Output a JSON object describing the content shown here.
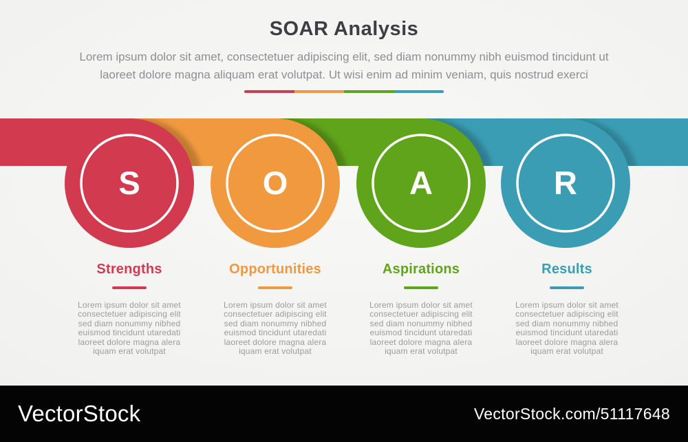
{
  "header": {
    "title": "SOAR Analysis",
    "subtitle": "Lorem ipsum dolor sit amet, consectetuer adipiscing elit, sed diam nonummy nibh euismod tincidunt ut\nlaoreet dolore magna aliquam erat volutpat. Ut wisi enim ad minim veniam, quis nostrud exerci"
  },
  "columns": [
    {
      "letter": "S",
      "label": "Strengths",
      "color": "#d23a50",
      "body": "Lorem ipsum dolor sit amet\nconsectetuer adipiscing elit\nsed diam nonummy nibhed\neuismod tincidunt utaredati\nlaoreet dolore magna alera\niquam erat volutpat"
    },
    {
      "letter": "O",
      "label": "Opportunities",
      "color": "#f0993f",
      "body": "Lorem ipsum dolor sit amet\nconsectetuer adipiscing elit\nsed diam nonummy nibhed\neuismod tincidunt utaredati\nlaoreet dolore magna alera\niquam erat volutpat"
    },
    {
      "letter": "A",
      "label": "Aspirations",
      "color": "#60a41b",
      "body": "Lorem ipsum dolor sit amet\nconsectetuer adipiscing elit\nsed diam nonummy nibhed\neuismod tincidunt utaredati\nlaoreet dolore magna alera\niquam erat volutpat"
    },
    {
      "letter": "R",
      "label": "Results",
      "color": "#3a9db4",
      "body": "Lorem ipsum dolor sit amet\nconsectetuer adipiscing elit\nsed diam nonummy nibhed\neuismod tincidunt utaredati\nlaoreet dolore magna alera\niquam erat volutpat"
    }
  ],
  "watermark": {
    "logo": "VectorStock",
    "credit": "VectorStock.com/51117648"
  }
}
